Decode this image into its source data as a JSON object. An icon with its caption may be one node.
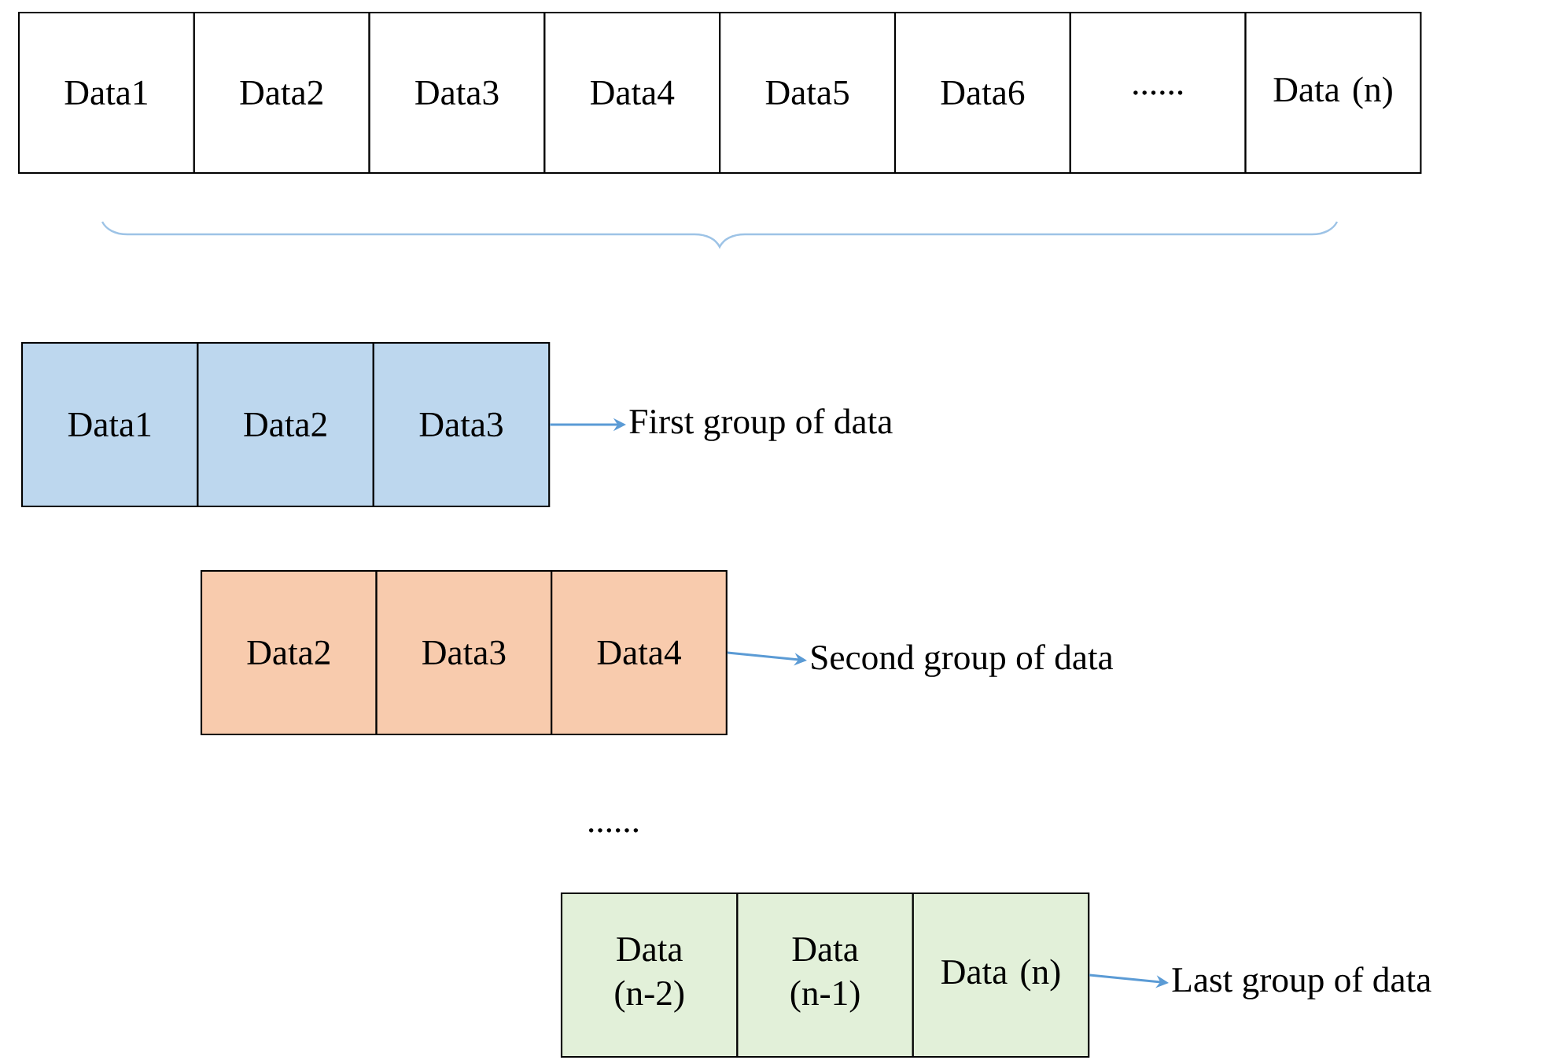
{
  "diagram": {
    "nodes": [
      {
        "text": [
          "Data1"
        ]
      },
      {
        "text": [
          "Data2"
        ]
      },
      {
        "text": [
          "Data3"
        ]
      },
      {
        "text": [
          "Data4"
        ]
      },
      {
        "text": [
          "Data5"
        ]
      },
      {
        "text": [
          "Data6"
        ]
      },
      {
        "text": [
          "......"
        ]
      },
      {
        "text": [
          "Data (n)"
        ]
      },
      {
        "text": [
          "Data1"
        ]
      },
      {
        "text": [
          "Data2"
        ]
      },
      {
        "text": [
          "Data3"
        ]
      },
      {
        "text": [
          "First group of data"
        ]
      },
      {
        "text": [
          "Data2"
        ]
      },
      {
        "text": [
          "Data3"
        ]
      },
      {
        "text": [
          "Data4"
        ]
      },
      {
        "text": [
          "Second group of data"
        ]
      },
      {
        "text": [
          "Data (n-2)"
        ]
      },
      {
        "text": [
          "Data (n-1)"
        ]
      },
      {
        "text": [
          "Data (n)"
        ]
      },
      {
        "text": [
          "Last group of data"
        ]
      }
    ],
    "edges": [
      {
        "from": 10,
        "to": 11,
        "arrow": "to"
      },
      {
        "from": 14,
        "to": 15,
        "arrow": "to"
      },
      {
        "from": 18,
        "to": 19,
        "arrow": "to"
      }
    ],
    "labels": [
      "......"
    ]
  }
}
